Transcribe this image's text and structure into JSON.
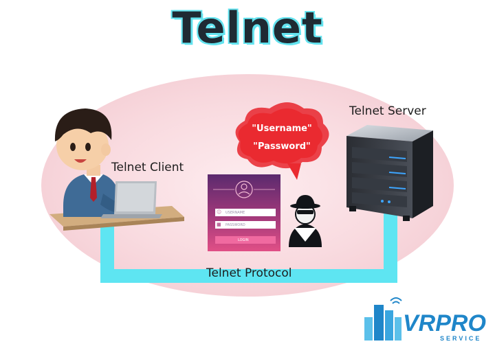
{
  "title": "Telnet",
  "labels": {
    "client": "Telnet Client",
    "server": "Telnet Server",
    "protocol": "Telnet Protocol"
  },
  "credentials": {
    "username": "\"Username\"",
    "password": "\"Password\""
  },
  "login_form": {
    "username_placeholder": "USERNAME",
    "password_placeholder": "PASSWORD",
    "button": "LOGIN"
  },
  "logo": {
    "main": "VRPRO",
    "sub": "SERVICE"
  },
  "colors": {
    "connector": "#5ee5f2",
    "bubble": "#e8252d",
    "glow": "#f7d3d8",
    "login_gradient_top": "#5b2a6e",
    "login_gradient_bottom": "#e04f86",
    "server_led": "#3ea6ff"
  },
  "icons": [
    "user-icon",
    "lock-icon",
    "hacker-icon",
    "server-icon",
    "laptop-icon"
  ]
}
